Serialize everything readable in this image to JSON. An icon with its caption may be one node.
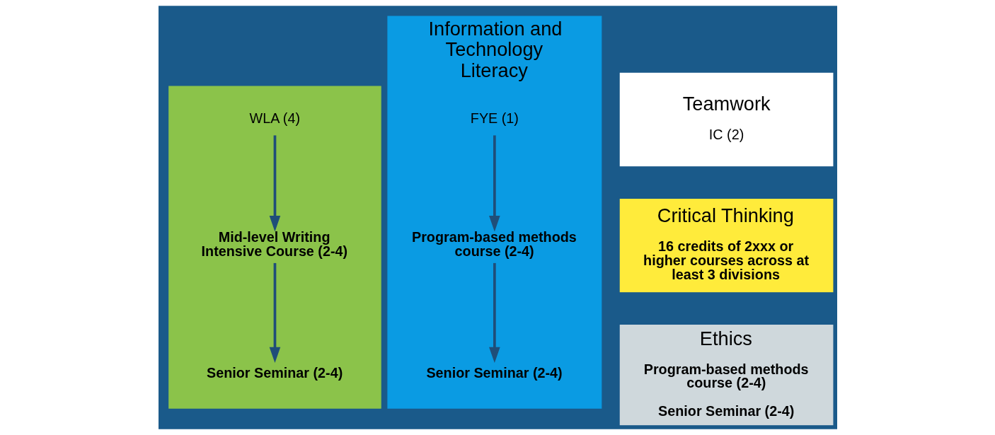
{
  "diagram": {
    "nodes": [
      {
        "text": [],
        "shape": "box"
      },
      {
        "text": [
          "WLA (4)"
        ],
        "in": 0
      },
      {
        "text": [
          "Mid-level Writing Intensive Course (2-4)"
        ],
        "in": 0
      },
      {
        "text": [
          "Senior Seminar (2-4)"
        ],
        "in": 0
      },
      {
        "text": [
          "Information and Technology Literacy"
        ]
      },
      {
        "text": [
          "FYE (1)"
        ],
        "in": 4
      },
      {
        "text": [
          "Program-based methods course (2-4)"
        ],
        "in": 4
      },
      {
        "text": [
          "Senior Seminar (2-4)"
        ],
        "in": 4
      },
      {
        "text": [
          "Teamwork",
          "IC (2)"
        ]
      },
      {
        "text": [
          "Critical Thinking",
          "16 credits of 2xxx or higher courses across at least 3 divisions"
        ]
      },
      {
        "text": [
          "Ethics",
          "Program-based methods course (2-4)",
          "Senior Seminar (2-4)"
        ]
      }
    ],
    "edges": [
      {
        "from": 1,
        "to": 2,
        "arrow": "to"
      },
      {
        "from": 2,
        "to": 3,
        "arrow": "to"
      },
      {
        "from": 5,
        "to": 6,
        "arrow": "to"
      },
      {
        "from": 6,
        "to": 7,
        "arrow": "to"
      }
    ]
  }
}
